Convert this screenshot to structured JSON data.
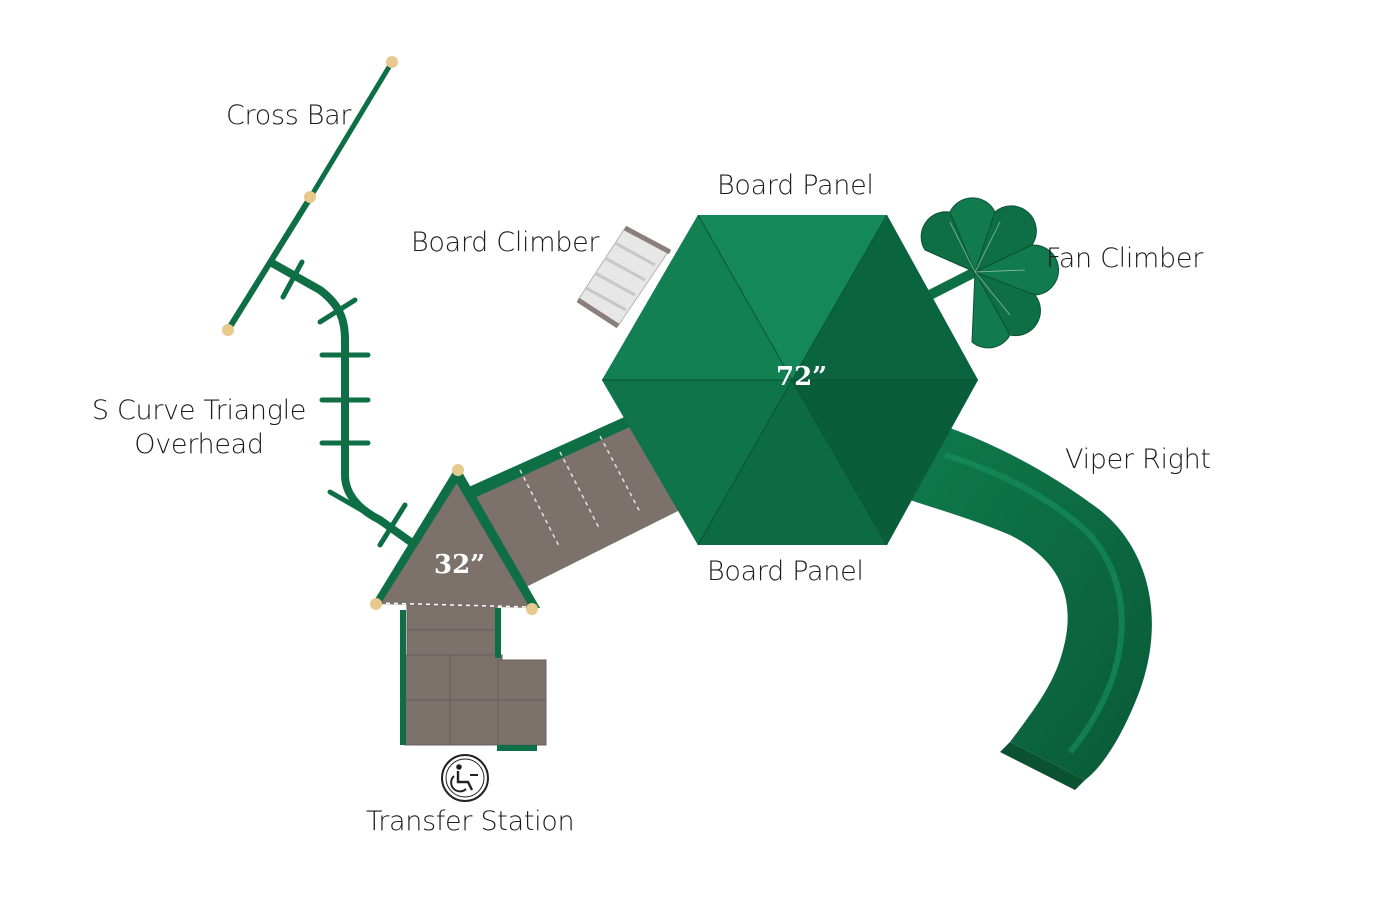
{
  "labels": {
    "cross_bar": "Cross Bar",
    "board_panel_top": "Board Panel",
    "board_climber": "Board Climber",
    "fan_climber": "Fan Climber",
    "s_curve_line1": "S Curve Triangle",
    "s_curve_line2": "Overhead",
    "viper_right": "Viper Right",
    "board_panel_bottom": "Board Panel",
    "transfer_station": "Transfer Station"
  },
  "dimensions": {
    "hex_deck_height": "72”",
    "triangle_deck_height": "32”"
  },
  "icons": {
    "accessibility": "wheelchair-accessible-icon"
  },
  "colors": {
    "green": "#0e6e45",
    "green_dark": "#0a5a37",
    "deck_brown": "#7d716c",
    "finial": "#e8c98d"
  }
}
